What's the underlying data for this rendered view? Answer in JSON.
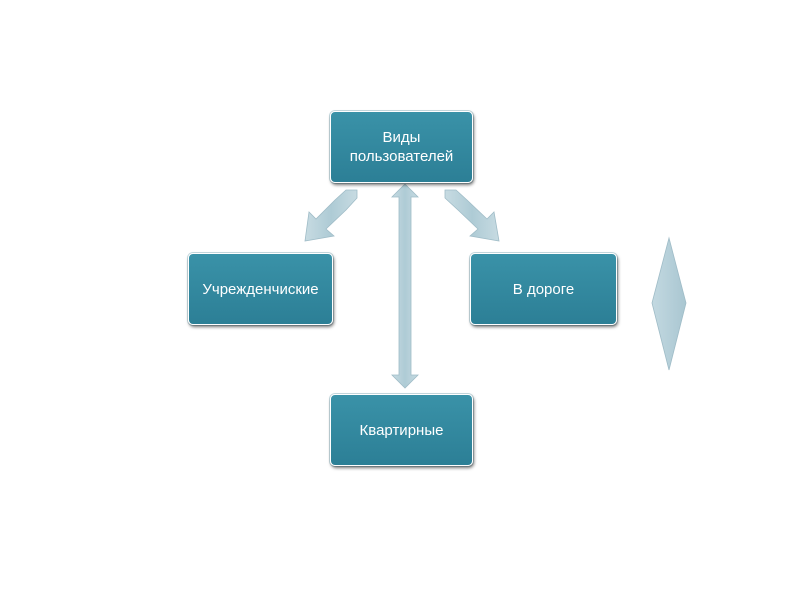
{
  "diagram": {
    "root": {
      "label": "Виды пользователей"
    },
    "children": [
      {
        "label": "Учрежденчиские"
      },
      {
        "label": "В дороге"
      },
      {
        "label": "Квартирные"
      }
    ]
  },
  "colors": {
    "node_fill": "#328aa0",
    "node_border": "#ffffff",
    "connector_fill": "#b8d0d9",
    "connector_stroke": "#9fbcc7",
    "side_shape_fill": "#b8d0d9"
  },
  "icons": {
    "connector_arrows": "double-headed-arrow",
    "side_shape": "diamond"
  }
}
